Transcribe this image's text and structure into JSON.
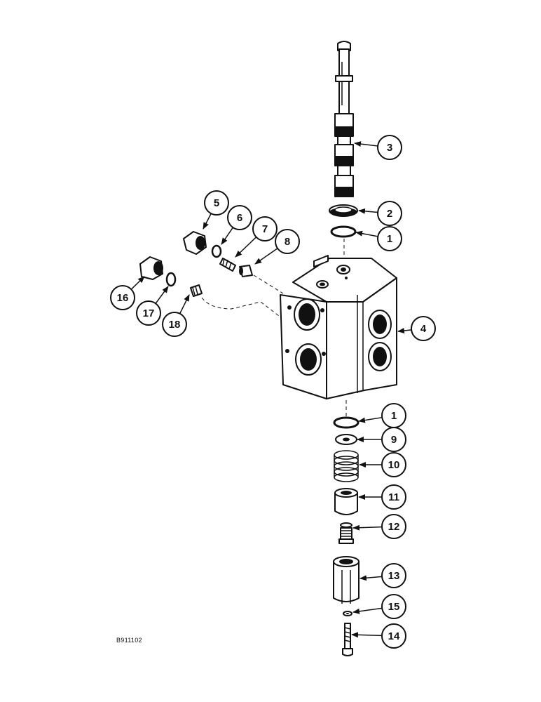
{
  "figure_code": "B911102",
  "callouts": [
    {
      "id": "c1a",
      "label": "1"
    },
    {
      "id": "c2",
      "label": "2"
    },
    {
      "id": "c3",
      "label": "3"
    },
    {
      "id": "c4",
      "label": "4"
    },
    {
      "id": "c5",
      "label": "5"
    },
    {
      "id": "c6",
      "label": "6"
    },
    {
      "id": "c7",
      "label": "7"
    },
    {
      "id": "c8",
      "label": "8"
    },
    {
      "id": "c1b",
      "label": "1"
    },
    {
      "id": "c9",
      "label": "9"
    },
    {
      "id": "c10",
      "label": "10"
    },
    {
      "id": "c11",
      "label": "11"
    },
    {
      "id": "c12",
      "label": "12"
    },
    {
      "id": "c13",
      "label": "13"
    },
    {
      "id": "c15",
      "label": "15"
    },
    {
      "id": "c14",
      "label": "14"
    },
    {
      "id": "c16",
      "label": "16"
    },
    {
      "id": "c17",
      "label": "17"
    },
    {
      "id": "c18",
      "label": "18"
    }
  ]
}
